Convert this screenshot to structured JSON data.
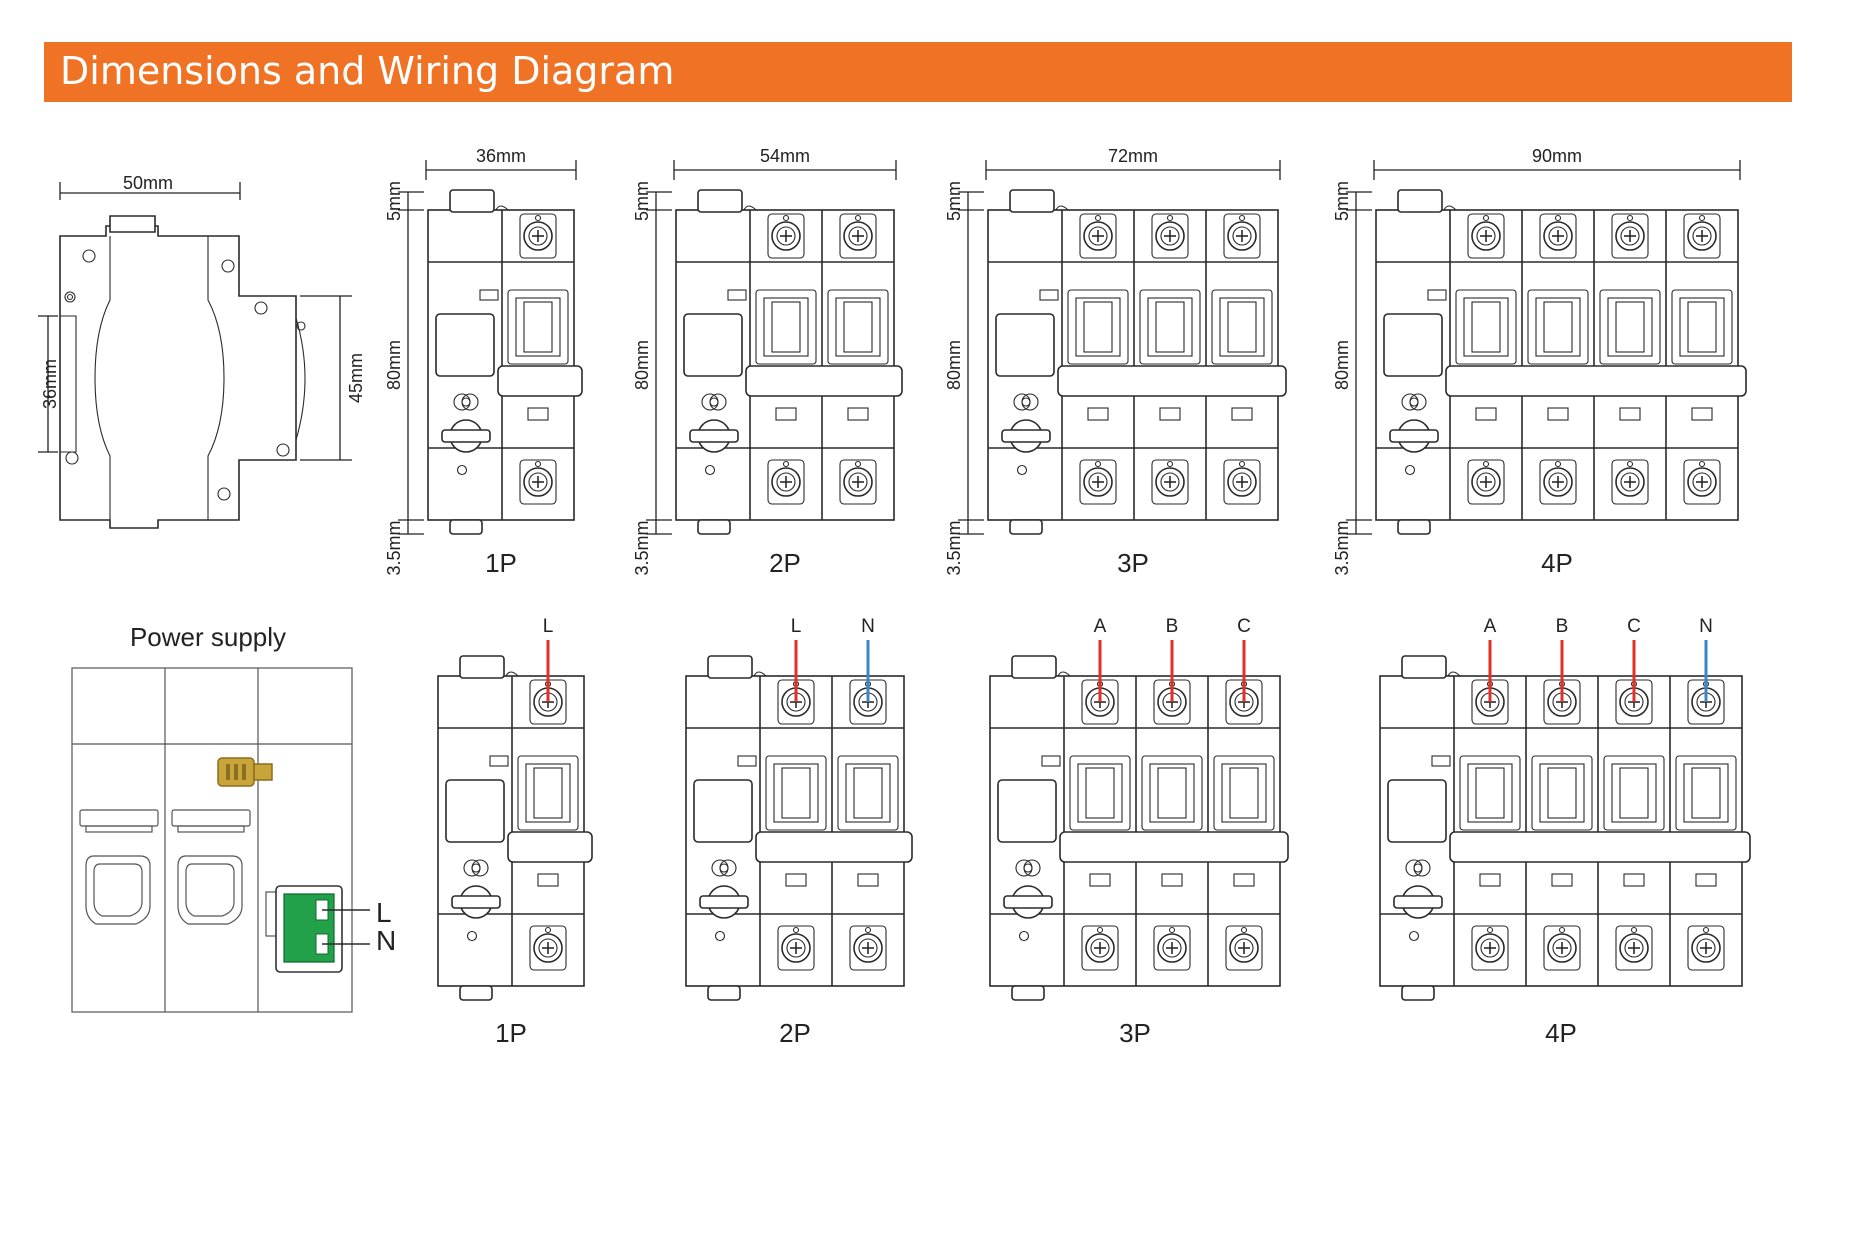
{
  "header": {
    "title": "Dimensions and Wiring Diagram"
  },
  "colors": {
    "accent": "#ef7225",
    "live": "#e0302a",
    "neutral": "#3d86c6",
    "terminal_green": "#22a14a",
    "clip": "#c8a43a"
  },
  "side_view": {
    "width_label": "50mm",
    "height_inner_label": "36mm",
    "height_outer_label": "45mm"
  },
  "dimension_views": [
    {
      "id": "1p",
      "poles": 1,
      "label": "1P",
      "width_label": "36mm",
      "top_label": "5mm",
      "height_label": "80mm",
      "bottom_label": "3.5mm"
    },
    {
      "id": "2p",
      "poles": 2,
      "label": "2P",
      "width_label": "54mm",
      "top_label": "5mm",
      "height_label": "80mm",
      "bottom_label": "3.5mm"
    },
    {
      "id": "3p",
      "poles": 3,
      "label": "3P",
      "width_label": "72mm",
      "top_label": "5mm",
      "height_label": "80mm",
      "bottom_label": "3.5mm"
    },
    {
      "id": "4p",
      "poles": 4,
      "label": "4P",
      "width_label": "90mm",
      "top_label": "5mm",
      "height_label": "80mm",
      "bottom_label": "3.5mm"
    }
  ],
  "power_supply": {
    "title": "Power supply",
    "terminal_l": "L",
    "terminal_n": "N"
  },
  "wiring_views": [
    {
      "id": "1p",
      "poles": 1,
      "label": "1P",
      "wires": [
        "L"
      ]
    },
    {
      "id": "2p",
      "poles": 2,
      "label": "2P",
      "wires": [
        "L",
        "N"
      ]
    },
    {
      "id": "3p",
      "poles": 3,
      "label": "3P",
      "wires": [
        "A",
        "B",
        "C"
      ]
    },
    {
      "id": "4p",
      "poles": 4,
      "label": "4P",
      "wires": [
        "A",
        "B",
        "C",
        "N"
      ]
    }
  ]
}
